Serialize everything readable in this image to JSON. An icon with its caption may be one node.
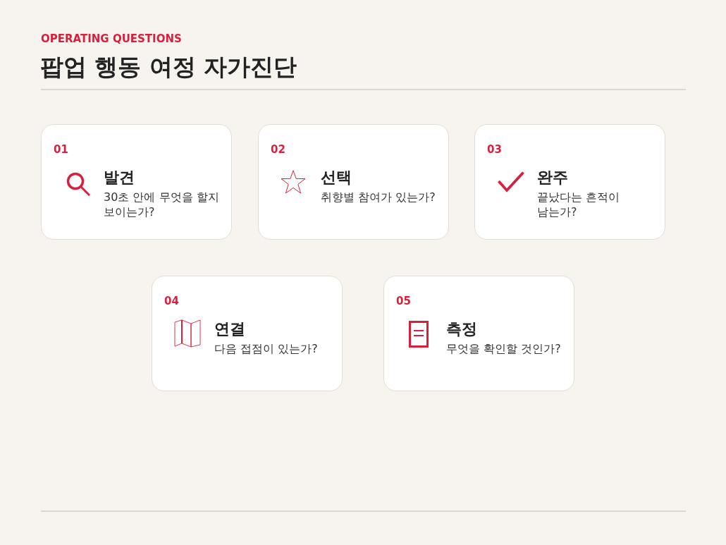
{
  "diagram": {
    "title": "팝업 행동 여정 자가진단",
    "nodes": [
      {
        "text": [
          "01",
          "발견",
          "30초 안에 무엇을 할지 보이는가?"
        ]
      },
      {
        "text": [
          "02",
          "선택",
          "취향별 참여가 있는가?"
        ]
      },
      {
        "text": [
          "03",
          "완주",
          "끝났다는 흔적이 남는가?"
        ]
      },
      {
        "text": [
          "04",
          "연결",
          "다음 접점이 있는가?"
        ]
      },
      {
        "text": [
          "05",
          "측정",
          "무엇을 확인할 것인가?"
        ]
      }
    ],
    "labels": [
      "OPERATING QUESTIONS"
    ]
  }
}
